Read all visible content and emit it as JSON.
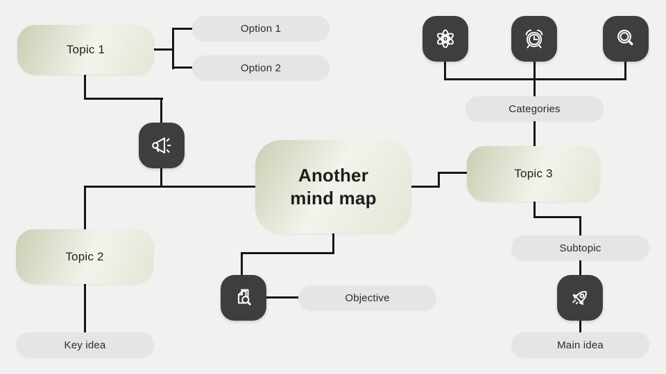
{
  "title": "Another mind map",
  "colors": {
    "bg": "#f1f1ef",
    "pill": "#e5e5e3",
    "dark": "#3e3e3e",
    "line": "#161616",
    "grad-a": "#cbceb3",
    "grad-b": "#f3f3ec",
    "grad-c": "#e4e5d6",
    "text": "#1d1d1d"
  },
  "central": {
    "label": "Another mind map"
  },
  "topics": {
    "topic1": "Topic 1",
    "topic2": "Topic 2",
    "topic3": "Topic 3"
  },
  "pills": {
    "option1": "Option 1",
    "option2": "Option 2",
    "categories": "Categories",
    "subtopic": "Subtopic",
    "main_idea": "Main idea",
    "key_idea": "Key idea",
    "objective": "Objective"
  },
  "icons": {
    "megaphone": "megaphone-icon",
    "atom": "atom-icon",
    "alarm": "alarm-clock-icon",
    "search": "search-icon",
    "doc_search": "document-search-icon",
    "rocket": "rocket-icon"
  }
}
